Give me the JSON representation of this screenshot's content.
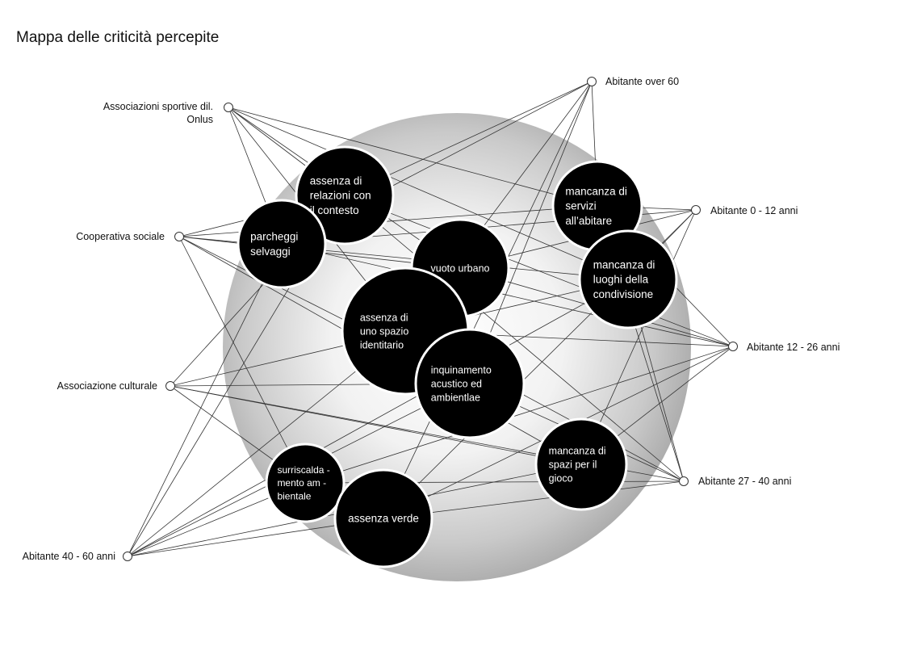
{
  "title": "Mappa delle criticità percepite",
  "stakeholders": [
    {
      "id": "asd",
      "lines": [
        "Associazioni sportive dil.",
        "Onlus"
      ]
    },
    {
      "id": "over60",
      "lines": [
        "Abitante over 60"
      ]
    },
    {
      "id": "a0_12",
      "lines": [
        "Abitante 0 - 12 anni"
      ]
    },
    {
      "id": "coop",
      "lines": [
        "Cooperativa sociale"
      ]
    },
    {
      "id": "a12_26",
      "lines": [
        "Abitante 12 - 26 anni"
      ]
    },
    {
      "id": "cult",
      "lines": [
        "Associazione culturale"
      ]
    },
    {
      "id": "a27_40",
      "lines": [
        "Abitante 27 - 40 anni"
      ]
    },
    {
      "id": "a40_60",
      "lines": [
        "Abitante 40 - 60 anni"
      ]
    }
  ],
  "issues": [
    {
      "id": "relazioni",
      "lines": [
        "assenza di",
        "relazioni con",
        "il contesto"
      ]
    },
    {
      "id": "parcheggi",
      "lines": [
        "parcheggi",
        "selvaggi"
      ]
    },
    {
      "id": "vuoto",
      "lines": [
        "vuoto urbano"
      ]
    },
    {
      "id": "servizi",
      "lines": [
        "mancanza di",
        "servizi",
        "all’abitare"
      ]
    },
    {
      "id": "luoghi",
      "lines": [
        "mancanza di",
        "luoghi della",
        "condivisione"
      ]
    },
    {
      "id": "identitario",
      "lines": [
        "assenza di",
        "uno spazio",
        "identitario"
      ]
    },
    {
      "id": "inquinamento",
      "lines": [
        "inquinamento",
        "acustico ed",
        "ambientlae"
      ]
    },
    {
      "id": "gioco",
      "lines": [
        "mancanza di",
        "spazi per il",
        "gioco"
      ]
    },
    {
      "id": "surriscalda",
      "lines": [
        "surriscalda   -",
        "mento am  -",
        "bientale"
      ]
    },
    {
      "id": "verde",
      "lines": [
        "assenza verde"
      ]
    }
  ],
  "links": [
    [
      "asd",
      "relazioni"
    ],
    [
      "asd",
      "parcheggi"
    ],
    [
      "asd",
      "vuoto"
    ],
    [
      "asd",
      "luoghi"
    ],
    [
      "asd",
      "identitario"
    ],
    [
      "asd",
      "servizi"
    ],
    [
      "over60",
      "relazioni"
    ],
    [
      "over60",
      "servizi"
    ],
    [
      "over60",
      "parcheggi"
    ],
    [
      "over60",
      "inquinamento"
    ],
    [
      "over60",
      "verde"
    ],
    [
      "over60",
      "identitario"
    ],
    [
      "a0_12",
      "vuoto"
    ],
    [
      "a0_12",
      "parcheggi"
    ],
    [
      "a0_12",
      "gioco"
    ],
    [
      "a0_12",
      "servizi"
    ],
    [
      "a0_12",
      "luoghi"
    ],
    [
      "a0_12",
      "verde"
    ],
    [
      "coop",
      "relazioni"
    ],
    [
      "coop",
      "vuoto"
    ],
    [
      "coop",
      "luoghi"
    ],
    [
      "coop",
      "inquinamento"
    ],
    [
      "coop",
      "surriscalda"
    ],
    [
      "coop",
      "servizi"
    ],
    [
      "coop",
      "gioco"
    ],
    [
      "a12_26",
      "parcheggi"
    ],
    [
      "a12_26",
      "vuoto"
    ],
    [
      "a12_26",
      "servizi"
    ],
    [
      "a12_26",
      "gioco"
    ],
    [
      "a12_26",
      "surriscalda"
    ],
    [
      "a12_26",
      "identitario"
    ],
    [
      "a12_26",
      "verde"
    ],
    [
      "a12_26",
      "relazioni"
    ],
    [
      "cult",
      "relazioni"
    ],
    [
      "cult",
      "gioco"
    ],
    [
      "cult",
      "surriscalda"
    ],
    [
      "cult",
      "luoghi"
    ],
    [
      "cult",
      "inquinamento"
    ],
    [
      "cult",
      "a27_40"
    ],
    [
      "a27_40",
      "servizi"
    ],
    [
      "a27_40",
      "luoghi"
    ],
    [
      "a27_40",
      "inquinamento"
    ],
    [
      "a27_40",
      "surriscalda"
    ],
    [
      "a27_40",
      "verde"
    ],
    [
      "a27_40",
      "relazioni"
    ],
    [
      "a27_40",
      "identitario"
    ],
    [
      "a40_60",
      "parcheggi"
    ],
    [
      "a40_60",
      "identitario"
    ],
    [
      "a40_60",
      "inquinamento"
    ],
    [
      "a40_60",
      "luoghi"
    ],
    [
      "a40_60",
      "verde"
    ],
    [
      "a40_60",
      "gioco"
    ],
    [
      "a40_60",
      "surriscalda"
    ],
    [
      "a40_60",
      "relazioni"
    ]
  ]
}
